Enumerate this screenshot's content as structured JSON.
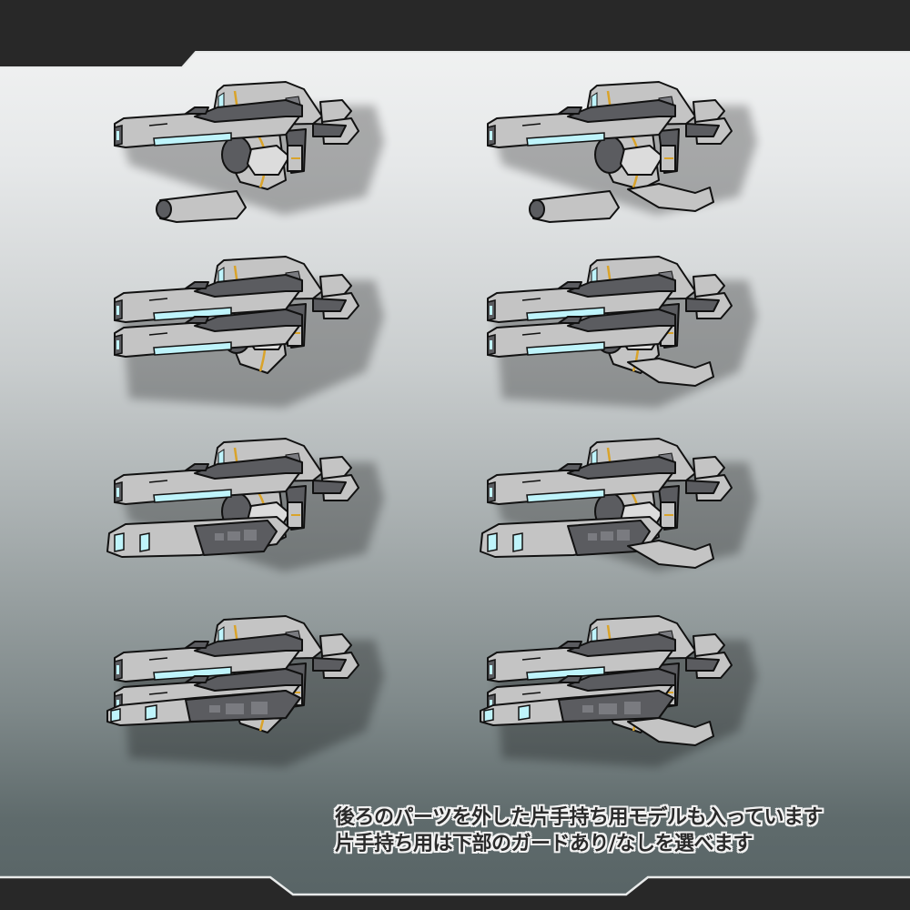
{
  "colors": {
    "frame_dark": "#282828",
    "frame_edge": "#e8eaea",
    "body_light": "#c4c4c4",
    "body_highlight": "#dcdcdc",
    "body_dark": "#5b5c60",
    "body_mid": "#7a7b80",
    "outline": "#111111",
    "glow": "#bff4fb",
    "accent": "#d9a32a"
  },
  "caption": {
    "line1": "後ろのパーツを外した片手持ち用モデルも入っています",
    "line2": "片手持ち用は下部のガードあり/なしを選べます"
  },
  "variants": [
    {
      "id": "single-barrel",
      "row": 1,
      "col": 1,
      "barrels": 1,
      "underslung": false,
      "guard": false,
      "cannon": false
    },
    {
      "id": "single-barrel-guard",
      "row": 1,
      "col": 2,
      "barrels": 1,
      "underslung": false,
      "guard": true,
      "cannon": false
    },
    {
      "id": "double-barrel",
      "row": 2,
      "col": 1,
      "barrels": 2,
      "underslung": false,
      "guard": false,
      "cannon": false
    },
    {
      "id": "double-barrel-guard",
      "row": 2,
      "col": 2,
      "barrels": 2,
      "underslung": false,
      "guard": true,
      "cannon": false
    },
    {
      "id": "barrel-underslung",
      "row": 3,
      "col": 1,
      "barrels": 1,
      "underslung": true,
      "guard": false,
      "cannon": false
    },
    {
      "id": "barrel-underslung-guard",
      "row": 3,
      "col": 2,
      "barrels": 1,
      "underslung": true,
      "guard": true,
      "cannon": false
    },
    {
      "id": "full-assembly",
      "row": 4,
      "col": 1,
      "barrels": 2,
      "underslung": false,
      "guard": false,
      "cannon": true
    },
    {
      "id": "full-assembly-guard",
      "row": 4,
      "col": 2,
      "barrels": 2,
      "underslung": false,
      "guard": true,
      "cannon": true
    }
  ]
}
